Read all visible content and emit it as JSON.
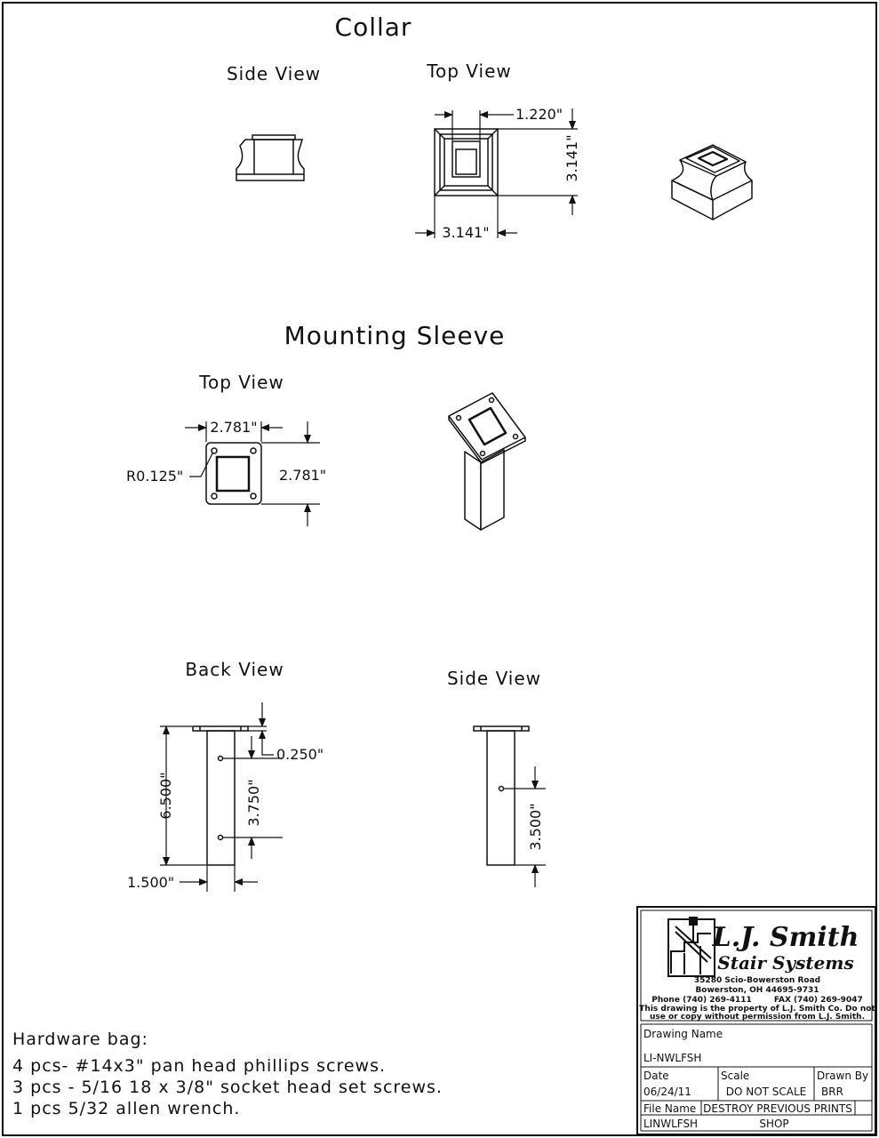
{
  "collar": {
    "title": "Collar",
    "side_view_label": "Side View",
    "top_view_label": "Top View",
    "dim_inner": "1.220\"",
    "dim_height": "3.141\"",
    "dim_width": "3.141\""
  },
  "sleeve": {
    "title": "Mounting Sleeve",
    "top_view_label": "Top View",
    "dim_width": "2.781\"",
    "dim_height": "2.781\"",
    "radius": "R0.125\"",
    "back_view_label": "Back View",
    "side_view_label": "Side View",
    "dim_length": "6.500\"",
    "dim_plate": "0.250\"",
    "dim_holes": "3.750\"",
    "dim_tube": "1.500\"",
    "dim_side_hole": "3.500\""
  },
  "hardware": {
    "title": "Hardware bag:",
    "lines": [
      "4 pcs- #14x3\" pan head phillips screws.",
      "3 pcs - 5/16 18 x 3/8\" socket head set screws.",
      "1 pcs 5/32 allen wrench."
    ]
  },
  "title_block": {
    "company": "L.J. Smith",
    "company_sub": "Stair Systems",
    "address1": "35280 Scio-Bowerston Road",
    "address2": "Bowerston, OH 44695-9731",
    "phone": "Phone (740) 269-4111        FAX (740) 269-9047",
    "notice1": "This drawing is the property of L.J. Smith Co. Do not",
    "notice2": "use or copy without permission from L.J. Smith.",
    "drawing_name_label": "Drawing Name",
    "drawing_name": "LI-NWLFSH",
    "date_label": "Date",
    "date": "06/24/11",
    "scale_label": "Scale",
    "scale": "DO NOT SCALE",
    "drawn_by_label": "Drawn By",
    "drawn_by": "BRR",
    "file_name_label": "File Name",
    "file_name": "LINWLFSH",
    "destroy_note": "DESTROY PREVIOUS PRINTS",
    "shop": "SHOP"
  }
}
